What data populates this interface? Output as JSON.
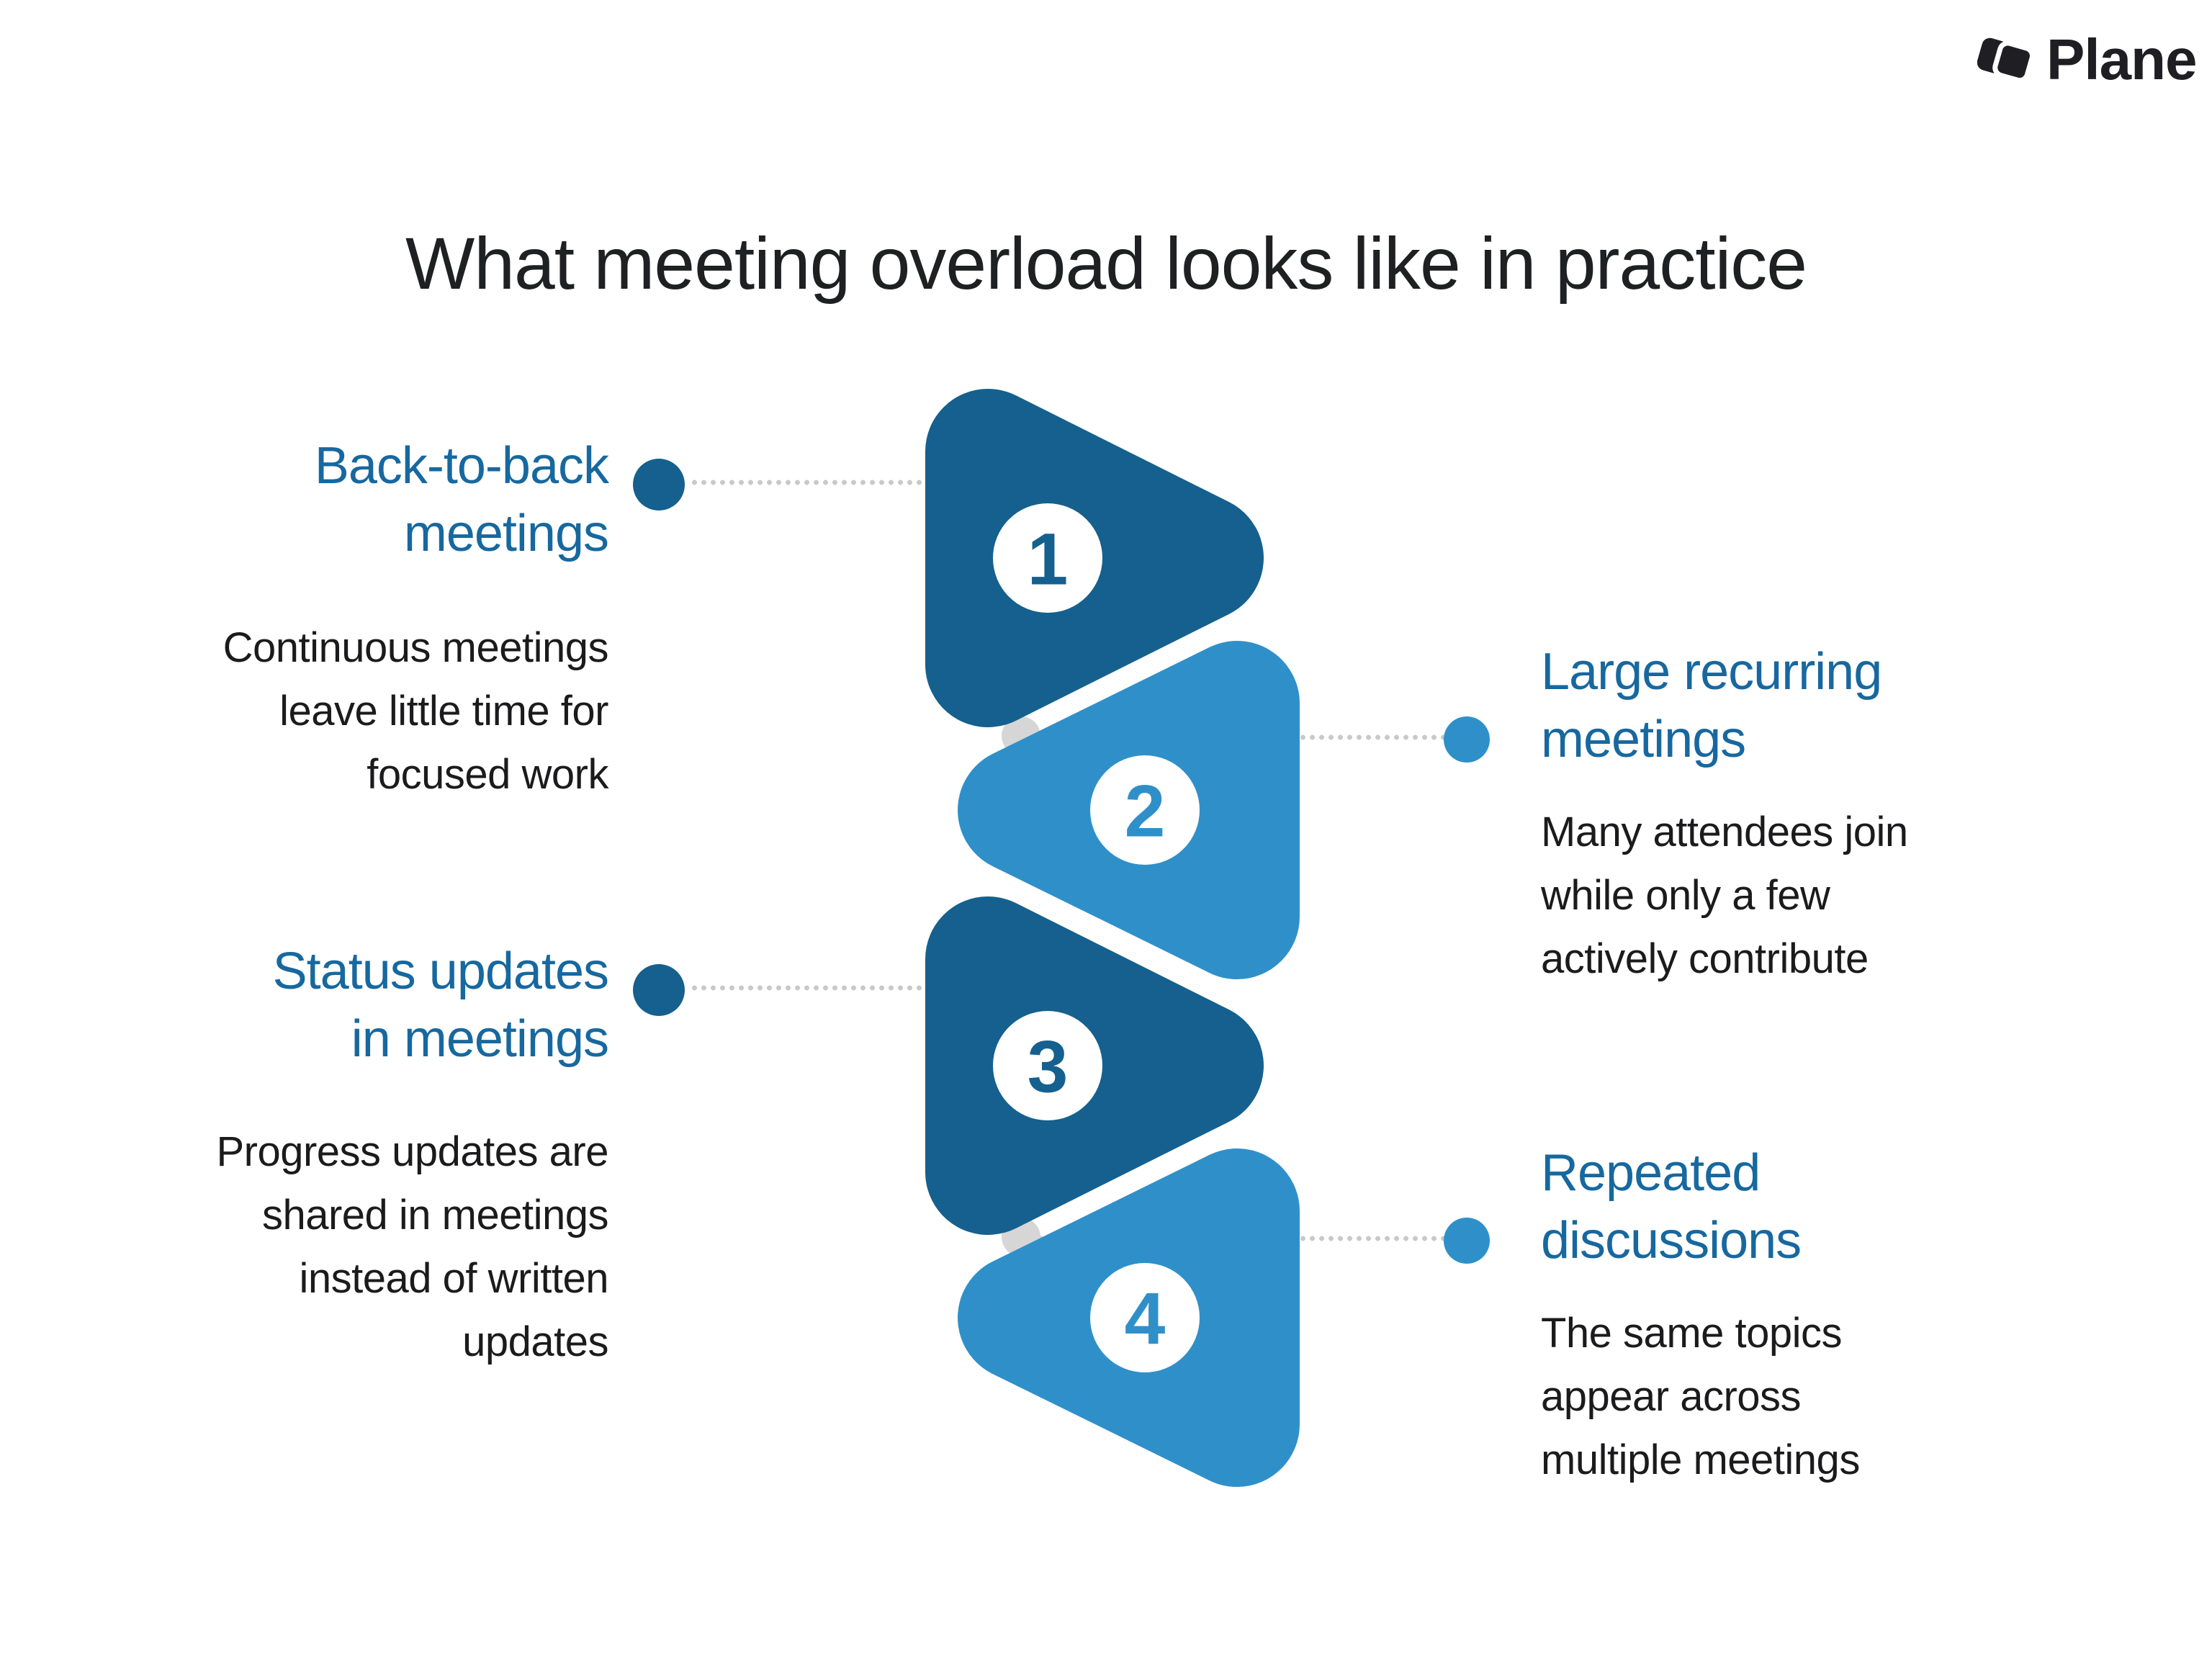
{
  "brand": {
    "name": "Plane"
  },
  "title": "What meeting overload looks like in practice",
  "colors": {
    "dark_blue": "#15608E",
    "light_blue": "#2F90C9",
    "heading_blue": "#17689F",
    "text_dark": "#1B1B1D",
    "logo_black": "#1F1F23",
    "connector_gray": "#C9C9C9",
    "hidden_dot_gray": "#D6D6D6",
    "background": "#FFFFFF"
  },
  "items": [
    {
      "number": "1",
      "side": "left",
      "title_lines": [
        "Back-to-back",
        "meetings"
      ],
      "desc_lines": [
        "Continuous meetings",
        "leave little time for",
        "focused work"
      ]
    },
    {
      "number": "2",
      "side": "right",
      "title_lines": [
        "Large recurring",
        "meetings"
      ],
      "desc_lines": [
        "Many attendees join",
        "while only a few",
        "actively contribute"
      ]
    },
    {
      "number": "3",
      "side": "left",
      "title_lines": [
        "Status updates",
        "in meetings"
      ],
      "desc_lines": [
        "Progress updates are",
        "shared in meetings",
        "instead of written",
        "updates"
      ]
    },
    {
      "number": "4",
      "side": "right",
      "title_lines": [
        "Repeated",
        "discussions"
      ],
      "desc_lines": [
        "The same topics",
        "appear across",
        "multiple meetings"
      ]
    }
  ]
}
